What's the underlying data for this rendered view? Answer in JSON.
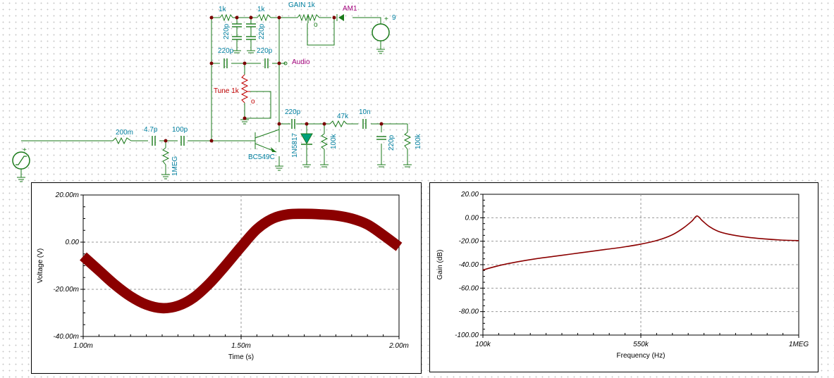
{
  "schematic": {
    "labels": {
      "r_top1": "1k",
      "r_top2": "1k",
      "gain": "GAIN 1k",
      "ammeter": "AM1",
      "supply": "9",
      "c_top1": "220p",
      "c_top2": "220p",
      "c_mid1": "220p",
      "c_mid2": "220p",
      "audio": "Audio",
      "tune": "Tune 1k",
      "r_in": "200m",
      "c_in1": "4.7p",
      "c_in2": "100p",
      "r_bias": "1MEG",
      "transistor": "BC549C",
      "c_out": "220p",
      "diode": "1N5817",
      "r_load1": "100k",
      "r_series": "47k",
      "c_series": "10n",
      "c_shunt": "220p",
      "r_load2": "100k"
    },
    "colors": {
      "wire": "#1a7a1a",
      "component": "#1a7a1a",
      "label": "#007f9f",
      "node": "#7a0000",
      "highlight": "#c00000",
      "magenta": "#a0007a"
    }
  },
  "chart_data": [
    {
      "type": "line",
      "title": "",
      "xlabel": "Time (s)",
      "ylabel": "Voltage (V)",
      "xlim": [
        1.0,
        2.0
      ],
      "ylim": [
        -40,
        20
      ],
      "x_unit": "ms",
      "y_unit": "mV",
      "xticks": [
        1.0,
        1.5,
        2.0
      ],
      "xtick_labels": [
        "1.00m",
        "1.50m",
        "2.00m"
      ],
      "yticks": [
        20,
        0,
        -20,
        -40
      ],
      "ytick_labels": [
        "20.00m",
        "0.00",
        "-20.00m",
        "-40.00m"
      ],
      "grid": true,
      "color": "#8b0000",
      "band_halfwidth": 2.2,
      "x": [
        1.0,
        1.05,
        1.1,
        1.15,
        1.2,
        1.25,
        1.3,
        1.35,
        1.4,
        1.45,
        1.5,
        1.55,
        1.6,
        1.65,
        1.7,
        1.75,
        1.8,
        1.85,
        1.9,
        1.95,
        2.0
      ],
      "y": [
        -6,
        -12,
        -18,
        -23,
        -26.5,
        -28,
        -27,
        -23.5,
        -17.5,
        -10,
        -2,
        5.5,
        10,
        11.8,
        12,
        11.8,
        11.3,
        10,
        7.5,
        3,
        -2
      ]
    },
    {
      "type": "line",
      "title": "",
      "xlabel": "Frequency (Hz)",
      "ylabel": "Gain (dB)",
      "xlim": [
        100000,
        1000000
      ],
      "ylim": [
        -100,
        20
      ],
      "xticks": [
        100000,
        550000,
        1000000
      ],
      "xtick_labels": [
        "100k",
        "550k",
        "1MEG"
      ],
      "yticks": [
        20,
        0,
        -20,
        -40,
        -60,
        -80,
        -100
      ],
      "ytick_labels": [
        "20.00",
        "0.00",
        "-20.00",
        "-40.00",
        "-60.00",
        "-80.00",
        "-100.00"
      ],
      "grid": true,
      "color": "#8b0000",
      "x": [
        100000,
        150000,
        200000,
        250000,
        300000,
        350000,
        400000,
        450000,
        500000,
        550000,
        600000,
        640000,
        670000,
        695000,
        710000,
        725000,
        745000,
        770000,
        800000,
        850000,
        900000,
        950000,
        1000000
      ],
      "y": [
        -44.5,
        -40.5,
        -37.5,
        -35,
        -33,
        -31,
        -29,
        -27,
        -25,
        -22.5,
        -19,
        -14.5,
        -9,
        -3,
        1.5,
        -2.5,
        -7.5,
        -11.5,
        -14,
        -16.5,
        -18,
        -19,
        -19.5
      ]
    }
  ]
}
